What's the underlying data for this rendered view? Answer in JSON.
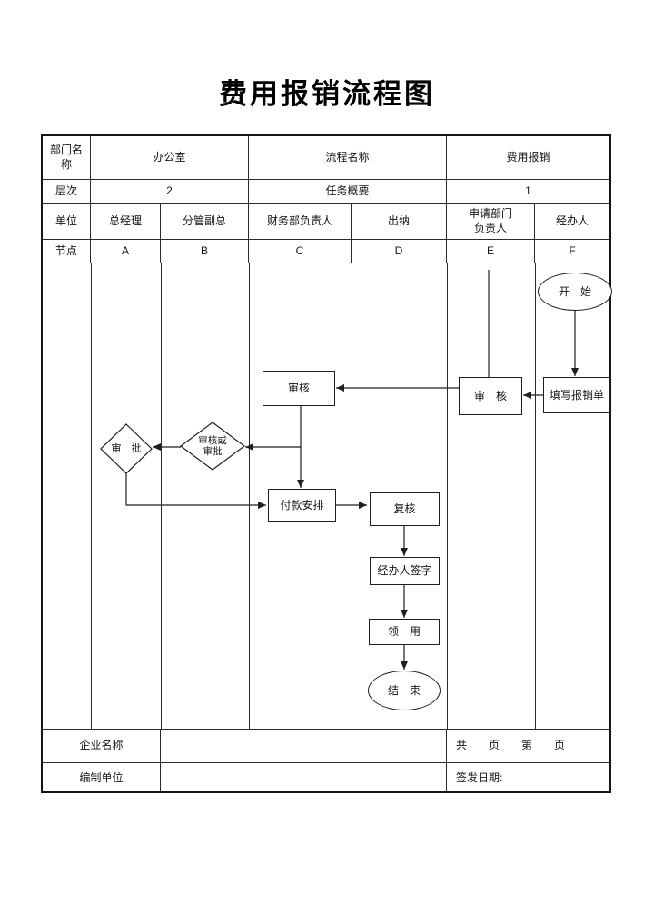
{
  "title": "费用报销流程图",
  "colors": {
    "line": "#1f1f1f",
    "text": "#141414",
    "background": "#ffffff"
  },
  "table": {
    "header": {
      "dept_label": "部门名\n称",
      "dept_value": "办公室",
      "process_label": "流程名称",
      "process_value": "费用报销",
      "level_label": "层次",
      "level_value": "2",
      "summary_label": "任务概要",
      "summary_value": "1",
      "unit_label": "单位",
      "node_label": "节点",
      "columns": [
        {
          "unit": "总经理",
          "node": "A"
        },
        {
          "unit": "分管副总",
          "node": "B"
        },
        {
          "unit": "财务部负责人",
          "node": "C"
        },
        {
          "unit": "出纳",
          "node": "D"
        },
        {
          "unit": "申请部门\n负责人",
          "node": "E"
        },
        {
          "unit": "经办人",
          "node": "F"
        }
      ]
    },
    "footer": {
      "company_label": "企业名称",
      "pages_text": "共　　页　　第　　页",
      "compile_label": "编制单位",
      "issue_date_label": "签发日期:"
    }
  },
  "flowchart": {
    "start": "开　始",
    "fill_form": "填写报销单",
    "review_applicant_dept": "审　核",
    "review_finance": "审核",
    "review_or_approve": "审核或\n审批",
    "approve": "审　批",
    "payment_arrange": "付款安排",
    "recheck": "复核",
    "handler_sign": "经办人签字",
    "receive": "领　用",
    "end": "结　束"
  }
}
